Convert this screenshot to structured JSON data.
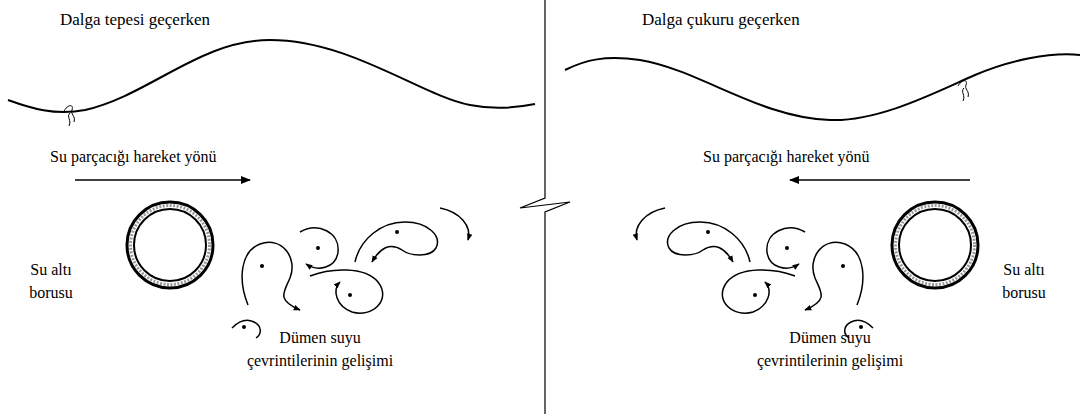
{
  "diagram": {
    "labels": [
      "Dalga tepesi geçerken",
      "Dalga çukuru geçerken",
      "Su parçacığı hareket yönü",
      "Su parçacığı hareket yönü",
      "Su altı borusu",
      "Dümen suyu çevrintilerinin gelişimi",
      "Su altı borusu",
      "Dümen suyu çevrintilerinin gelişimi"
    ]
  }
}
